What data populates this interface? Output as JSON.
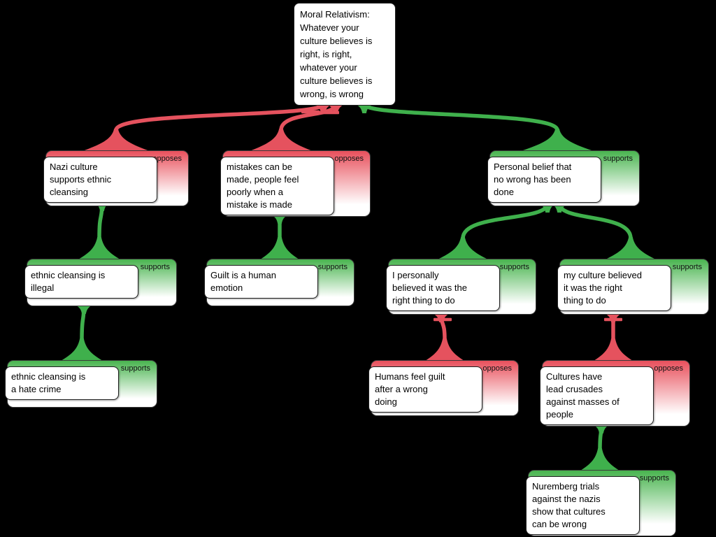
{
  "labels": {
    "supports": "supports",
    "opposes": "opposes"
  },
  "colors": {
    "supports": "#3fb04c",
    "opposes": "#e5525e",
    "supports_gradient_top": "#49b44f",
    "opposes_gradient_top": "#e8505c",
    "background": "#000000",
    "node_fill": "#ffffff",
    "node_border": "#1f1f1f"
  },
  "nodes": [
    {
      "id": "root",
      "text": "Moral Relativism:\nWhatever your\nculture believes is\nright, is right,\nwhatever your\nculture believes is\nwrong, is wrong",
      "relation": null
    },
    {
      "id": "nazi-culture",
      "text": "Nazi culture\nsupports ethnic\ncleansing",
      "relation": "opposes"
    },
    {
      "id": "mistakes",
      "text": "mistakes can be\nmade, people feel\npoorly when a\nmistake is made",
      "relation": "opposes"
    },
    {
      "id": "personal-belief",
      "text": "Personal belief that\nno wrong has been\ndone",
      "relation": "supports"
    },
    {
      "id": "cleansing-illegal",
      "text": "ethnic cleansing is\nillegal",
      "relation": "supports"
    },
    {
      "id": "hate-crime",
      "text": "ethnic cleansing is\na hate crime",
      "relation": "supports"
    },
    {
      "id": "guilt-emotion",
      "text": "Guilt is a human\nemotion",
      "relation": "supports"
    },
    {
      "id": "personally-believed",
      "text": "I personally\nbelieved it was the\nright thing to do",
      "relation": "supports"
    },
    {
      "id": "culture-believed",
      "text": "my culture believed\nit was the right\nthing to do",
      "relation": "supports"
    },
    {
      "id": "humans-guilt",
      "text": "Humans feel guilt\nafter a wrong\ndoing",
      "relation": "opposes"
    },
    {
      "id": "crusades",
      "text": "Cultures have\nlead crusades\nagainst masses of\npeople",
      "relation": "opposes"
    },
    {
      "id": "nuremberg",
      "text": "Nuremberg trials\nagainst the nazis\nshow that cultures\ncan be wrong",
      "relation": "supports"
    }
  ],
  "edges": [
    {
      "from": "root",
      "to": "nazi-culture",
      "type": "opposes"
    },
    {
      "from": "root",
      "to": "mistakes",
      "type": "opposes"
    },
    {
      "from": "root",
      "to": "personal-belief",
      "type": "supports"
    },
    {
      "from": "nazi-culture",
      "to": "cleansing-illegal",
      "type": "supports"
    },
    {
      "from": "cleansing-illegal",
      "to": "hate-crime",
      "type": "supports"
    },
    {
      "from": "mistakes",
      "to": "guilt-emotion",
      "type": "supports"
    },
    {
      "from": "personal-belief",
      "to": "personally-believed",
      "type": "supports"
    },
    {
      "from": "personal-belief",
      "to": "culture-believed",
      "type": "supports"
    },
    {
      "from": "personally-believed",
      "to": "humans-guilt",
      "type": "opposes"
    },
    {
      "from": "culture-believed",
      "to": "crusades",
      "type": "opposes"
    },
    {
      "from": "crusades",
      "to": "nuremberg",
      "type": "supports"
    }
  ]
}
